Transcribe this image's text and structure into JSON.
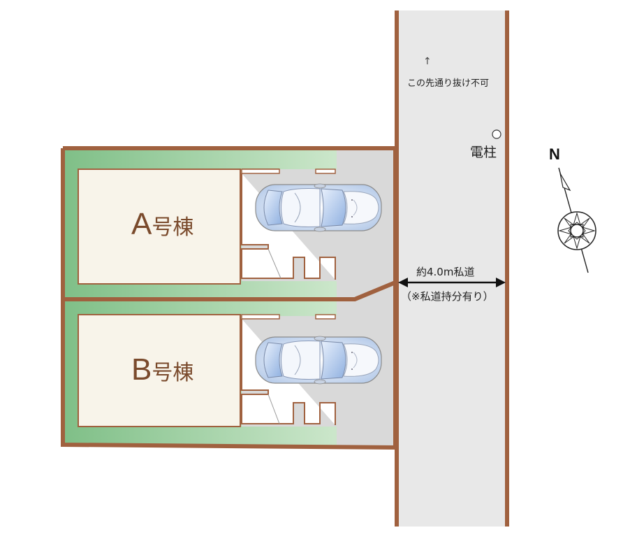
{
  "road": {
    "note_arrow": "↑",
    "note": "この先通り抜け不可",
    "pole_label": "電柱",
    "width_label": "約4.0m私道",
    "width_sub": "（※私道持分有り）"
  },
  "compass": {
    "north_label": "N"
  },
  "lots": [
    {
      "id": "A",
      "letter": "A",
      "suffix": "号棟"
    },
    {
      "id": "B",
      "letter": "B",
      "suffix": "号棟"
    }
  ],
  "colors": {
    "boundary": "#a0613f",
    "road": "#e8e8e8",
    "driveway": "#d9d9d9",
    "green_dark": "#7fbf87",
    "green_light": "#d8ecd6",
    "house": "#f8f4ea",
    "label": "#7a4a2c",
    "car": "#cfe0f5"
  }
}
